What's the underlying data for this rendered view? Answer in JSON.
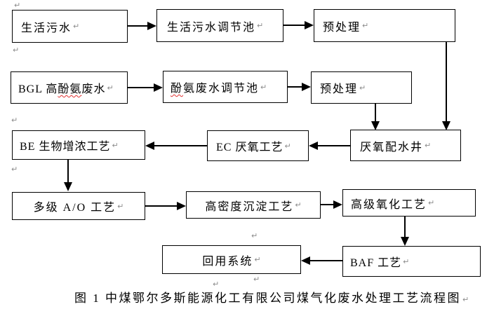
{
  "colors": {
    "line": "#000000",
    "box_border": "#000000",
    "squiggle": "#e03131",
    "paragraph_mark": "#8c8c8c",
    "background": "#ffffff"
  },
  "marks": {
    "ret": "↵"
  },
  "nodes": {
    "domestic_sewage": {
      "label": "生活污水"
    },
    "domestic_tank": {
      "label": "生活污水调节池"
    },
    "pretreatment_1": {
      "label": "预处理"
    },
    "bgl_wastewater": {
      "pre": "BGL 高",
      "flagged": "酚氨",
      "post": "废水"
    },
    "phenol_ammonia_tank": {
      "flagged": "酚",
      "post": "氨废水调节池"
    },
    "pretreatment_2": {
      "label": "预处理"
    },
    "be_bioconcentration": {
      "label": "BE 生物增浓工艺"
    },
    "ec_anaerobic": {
      "label": "EC 厌氧工艺"
    },
    "anaerobic_distribution_well": {
      "label": "厌氧配水井"
    },
    "multistage_ao": {
      "label": "多级 A/O 工艺"
    },
    "high_density_sedimentation": {
      "label": "高密度沉淀工艺"
    },
    "advanced_oxidation": {
      "label": "高级氧化工艺"
    },
    "reuse_system": {
      "label": "回用系统"
    },
    "baf_process": {
      "label": "BAF 工艺"
    }
  },
  "caption": "图 1 中煤鄂尔多斯能源化工有限公司煤气化废水处理工艺流程图"
}
